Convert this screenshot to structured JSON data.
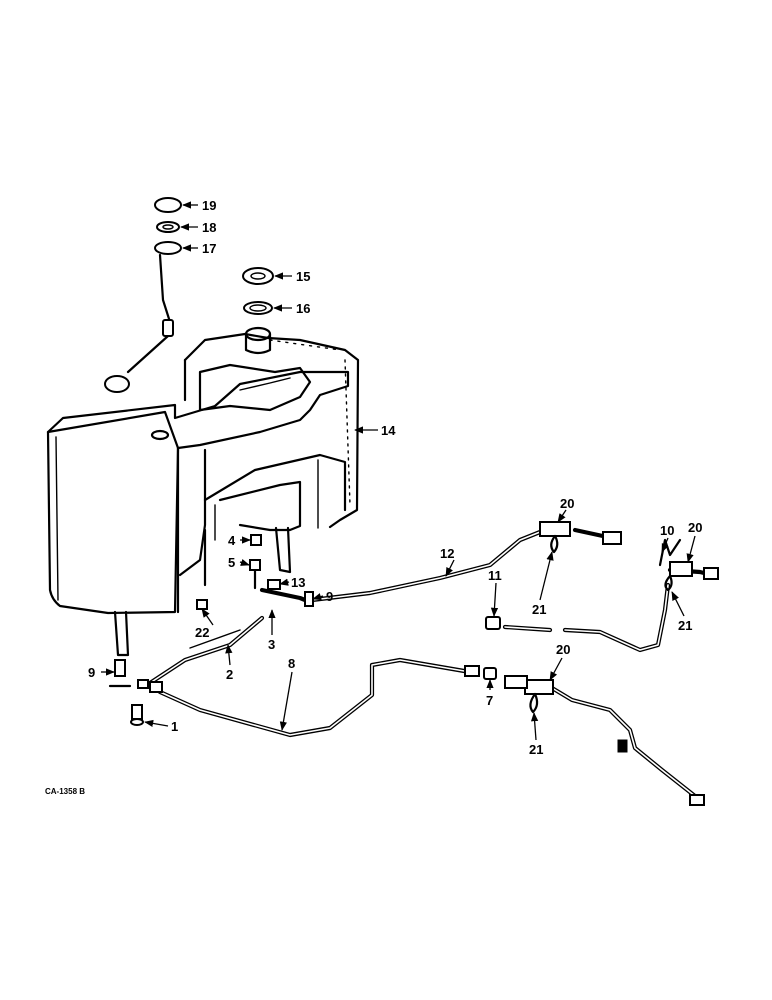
{
  "figure": {
    "reference_code": "CA-1358 B",
    "callouts": {
      "c1": "1",
      "c2": "2",
      "c3": "3",
      "c4": "4",
      "c5": "5",
      "c7": "7",
      "c8": "8",
      "c9a": "9",
      "c9b": "9",
      "c10": "10",
      "c11": "11",
      "c12": "12",
      "c13": "13",
      "c14": "14",
      "c15": "15",
      "c16": "16",
      "c17": "17",
      "c18": "18",
      "c19": "19",
      "c20a": "20",
      "c20b": "20",
      "c20c": "20",
      "c21a": "21",
      "c21b": "21",
      "c21c": "21",
      "c22": "22"
    }
  }
}
